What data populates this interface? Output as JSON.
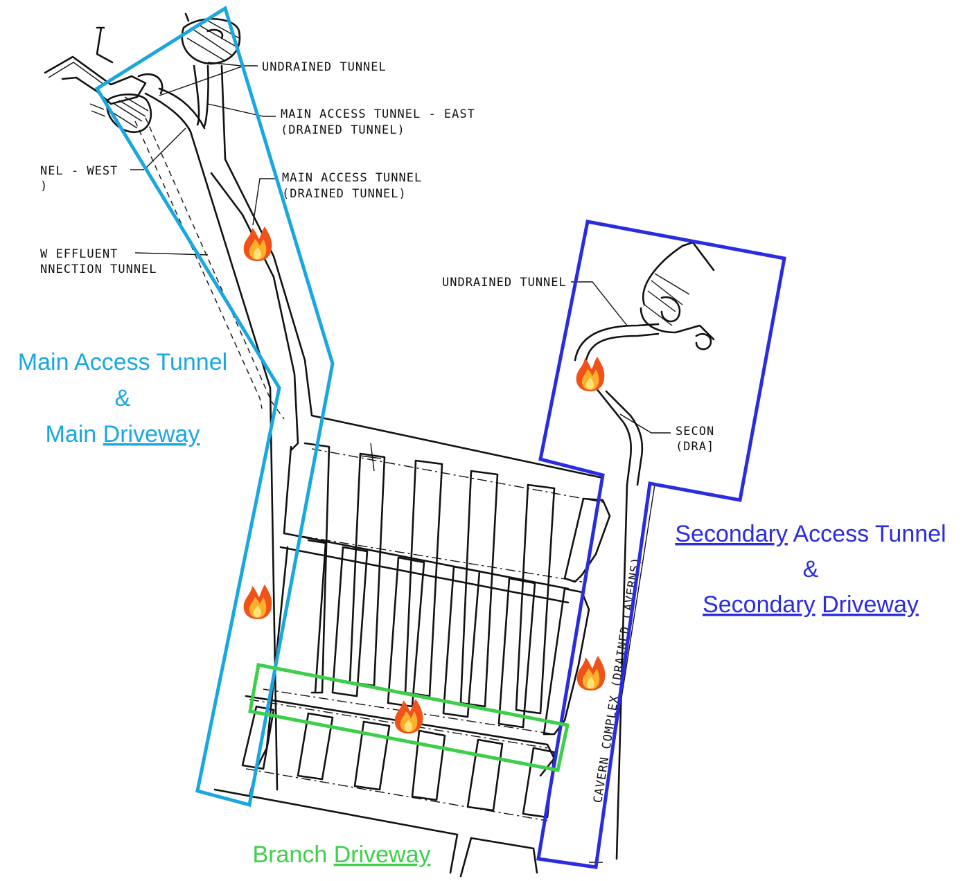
{
  "labels": {
    "undrained_tunnel_top": "UNDRAINED TUNNEL",
    "main_access_east_1": "MAIN ACCESS TUNNEL - EAST",
    "main_access_east_2": "(DRAINED TUNNEL)",
    "tunnel_west_1": "NEL - WEST",
    "tunnel_west_2": ")",
    "main_access_1": "MAIN ACCESS TUNNEL",
    "main_access_2": "(DRAINED TUNNEL)",
    "effluent_1": "W EFFLUENT",
    "effluent_2": "NNECTION TUNNEL",
    "undrained_tunnel_right": "UNDRAINED TUNNEL",
    "secon_1": "SECON",
    "secon_2": "(DRA]",
    "cavern_complex": "CAVERN COMPLEX (DRAINED CAVERNS)"
  },
  "callouts": {
    "main": {
      "line1": "Main Access Tunnel",
      "line2": "&",
      "line3a": "Main ",
      "line3b": "Driveway",
      "color": "#1aa7e0"
    },
    "secondary": {
      "line1a": "Secondary",
      "line1b": " Access Tunnel",
      "line2": "&",
      "line3a": "Secondary",
      "line3b": " ",
      "line3c": "Driveway",
      "color": "#2b2be0"
    },
    "branch": {
      "a": "Branch ",
      "b": "Driveway",
      "color": "#3ecf4a"
    }
  },
  "icons": [
    "fire-icon",
    "fire-icon",
    "fire-icon",
    "fire-icon",
    "fire-icon"
  ]
}
